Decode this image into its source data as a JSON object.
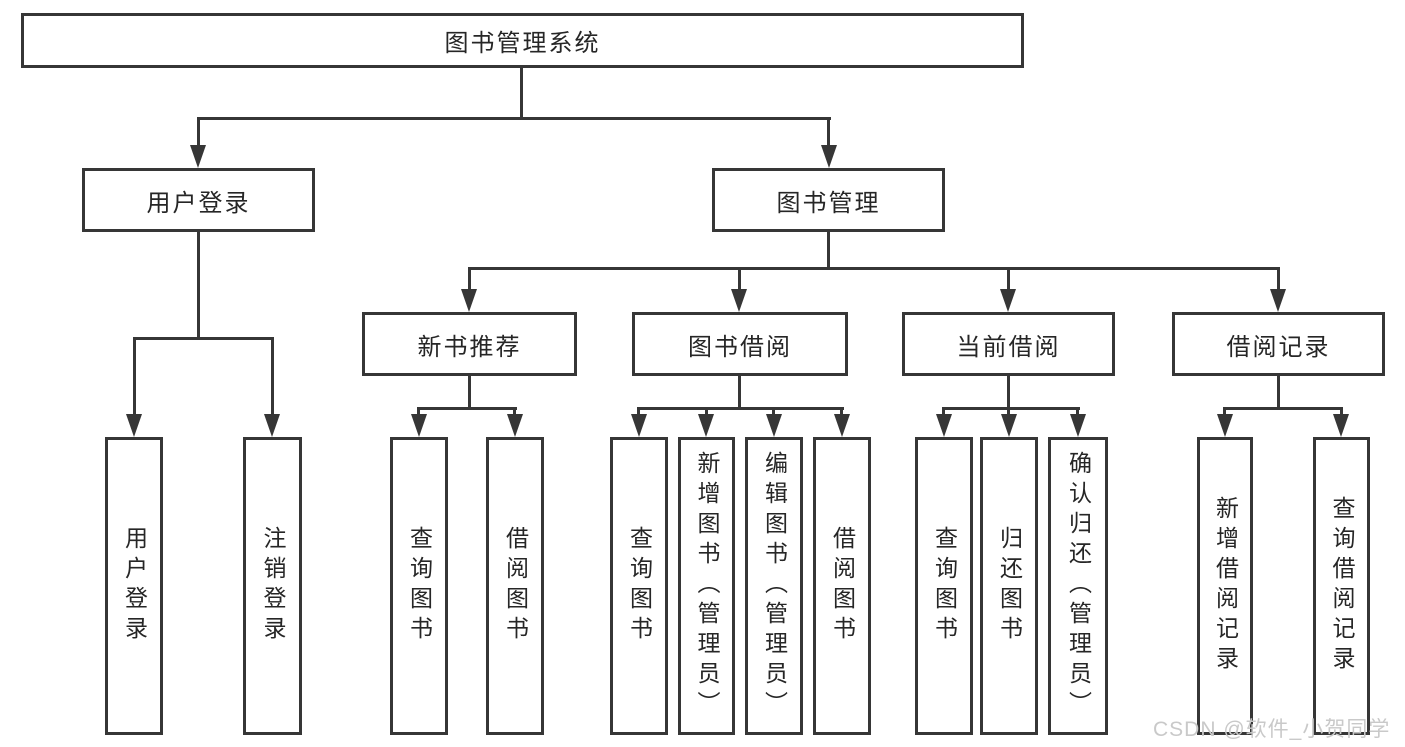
{
  "diagram": {
    "tree": {
      "label": "图书管理系统",
      "children": [
        {
          "label": "用户登录",
          "children": [
            {
              "label": "用户登录"
            },
            {
              "label": "注销登录"
            }
          ]
        },
        {
          "label": "图书管理",
          "children": [
            {
              "label": "新书推荐",
              "children": [
                {
                  "label": "查询图书"
                },
                {
                  "label": "借阅图书"
                }
              ]
            },
            {
              "label": "图书借阅",
              "children": [
                {
                  "label": "查询图书"
                },
                {
                  "label": "新增图书（管理员）"
                },
                {
                  "label": "编辑图书（管理员）"
                },
                {
                  "label": "借阅图书"
                }
              ]
            },
            {
              "label": "当前借阅",
              "children": [
                {
                  "label": "查询图书"
                },
                {
                  "label": "归还图书"
                },
                {
                  "label": "确认归还（管理员）"
                }
              ]
            },
            {
              "label": "借阅记录",
              "children": [
                {
                  "label": "新增借阅记录"
                },
                {
                  "label": "查询借阅记录"
                }
              ]
            }
          ]
        }
      ]
    },
    "watermark": "CSDN @软件_小贺同学",
    "colors": {
      "line": "#363636",
      "text": "#262626",
      "background": "#ffffff",
      "watermark": "#c9c9c9"
    }
  }
}
